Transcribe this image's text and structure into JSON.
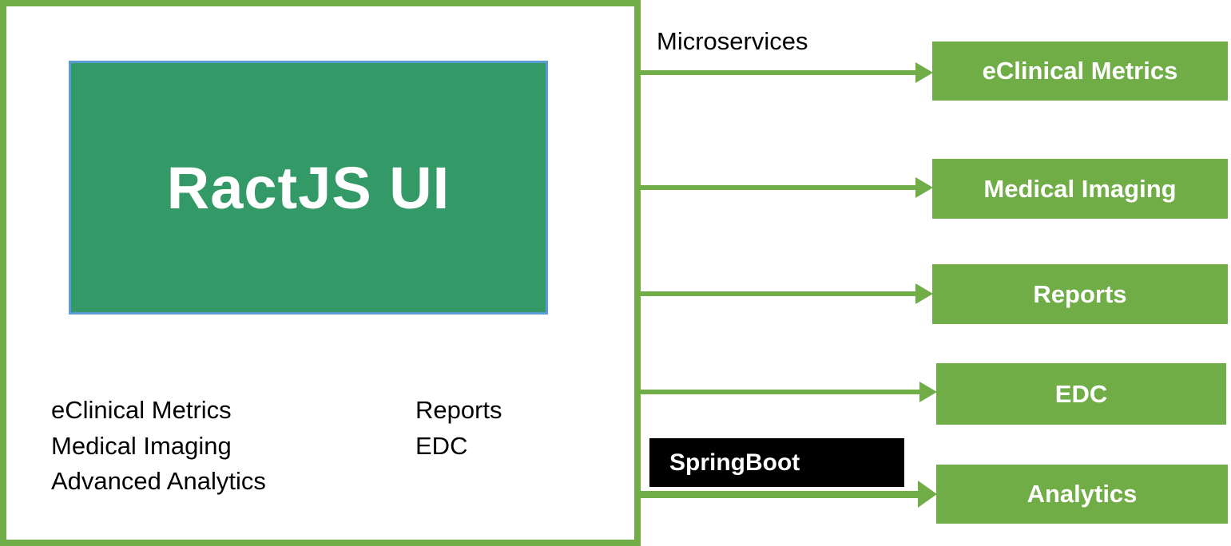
{
  "main_box": {
    "title": "RactJS UI"
  },
  "module_list": {
    "column1": [
      "eClinical Metrics",
      "Medical Imaging",
      "Advanced Analytics"
    ],
    "column2": [
      "Reports",
      "EDC"
    ]
  },
  "connector_labels": {
    "microservices": "Microservices",
    "springboot": "SpringBoot"
  },
  "services": [
    {
      "label": "eClinical Metrics"
    },
    {
      "label": "Medical Imaging"
    },
    {
      "label": "Reports"
    },
    {
      "label": "EDC"
    },
    {
      "label": "Analytics"
    }
  ],
  "colors": {
    "accent_green": "#70AD47",
    "main_box_fill": "#339966",
    "main_box_border": "#5B9BD5",
    "springboot_fill": "#000000",
    "label_text": "#000000",
    "box_text": "#FFFFFF"
  }
}
